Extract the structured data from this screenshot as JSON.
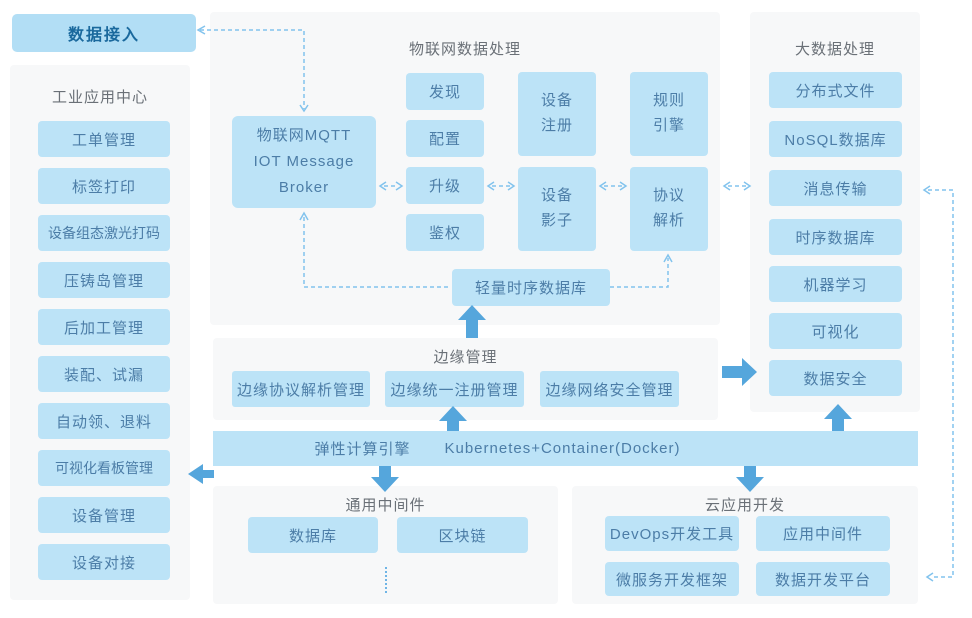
{
  "colors": {
    "box_fill": "#bce3f7",
    "accent_fill": "#b2def5",
    "accent_text": "#1a699d",
    "box_text": "#4c7da7",
    "title_text": "#6a7077",
    "panel_bg": "#f7f8f9",
    "arrow": "#55a6dc",
    "dashed": "#82c3ed"
  },
  "data_access": {
    "label": "数据接入"
  },
  "app_center": {
    "title": "工业应用中心",
    "items": [
      "工单管理",
      "标签打印",
      "设备组态激光打码",
      "压铸岛管理",
      "后加工管理",
      "装配、试漏",
      "自动领、退料",
      "可视化看板管理",
      "设备管理",
      "设备对接"
    ]
  },
  "iot": {
    "title": "物联网数据处理",
    "broker_lines": [
      "物联网MQTT",
      "IOT Message",
      "Broker"
    ],
    "functions": [
      "发现",
      "配置",
      "升级",
      "鉴权"
    ],
    "device_boxes": [
      "设备注册",
      "设备影子"
    ],
    "rule_boxes": [
      "规则引擎",
      "协议解析"
    ],
    "tsdb": "轻量时序数据库"
  },
  "bigdata": {
    "title": "大数据处理",
    "items": [
      "分布式文件",
      "NoSQL数据库",
      "消息传输",
      "时序数据库",
      "机器学习",
      "可视化",
      "数据安全"
    ]
  },
  "edge": {
    "title": "边缘管理",
    "items": [
      "边缘协议解析管理",
      "边缘统一注册管理",
      "边缘网络安全管理"
    ]
  },
  "compute": {
    "label_cn": "弹性计算引擎",
    "label_en": "Kubernetes+Container(Docker)"
  },
  "middleware": {
    "title": "通用中间件",
    "items": [
      "数据库",
      "区块链"
    ]
  },
  "cloud": {
    "title": "云应用开发",
    "items": [
      "DevOps开发工具",
      "应用中间件",
      "微服务开发框架",
      "数据开发平台"
    ]
  }
}
